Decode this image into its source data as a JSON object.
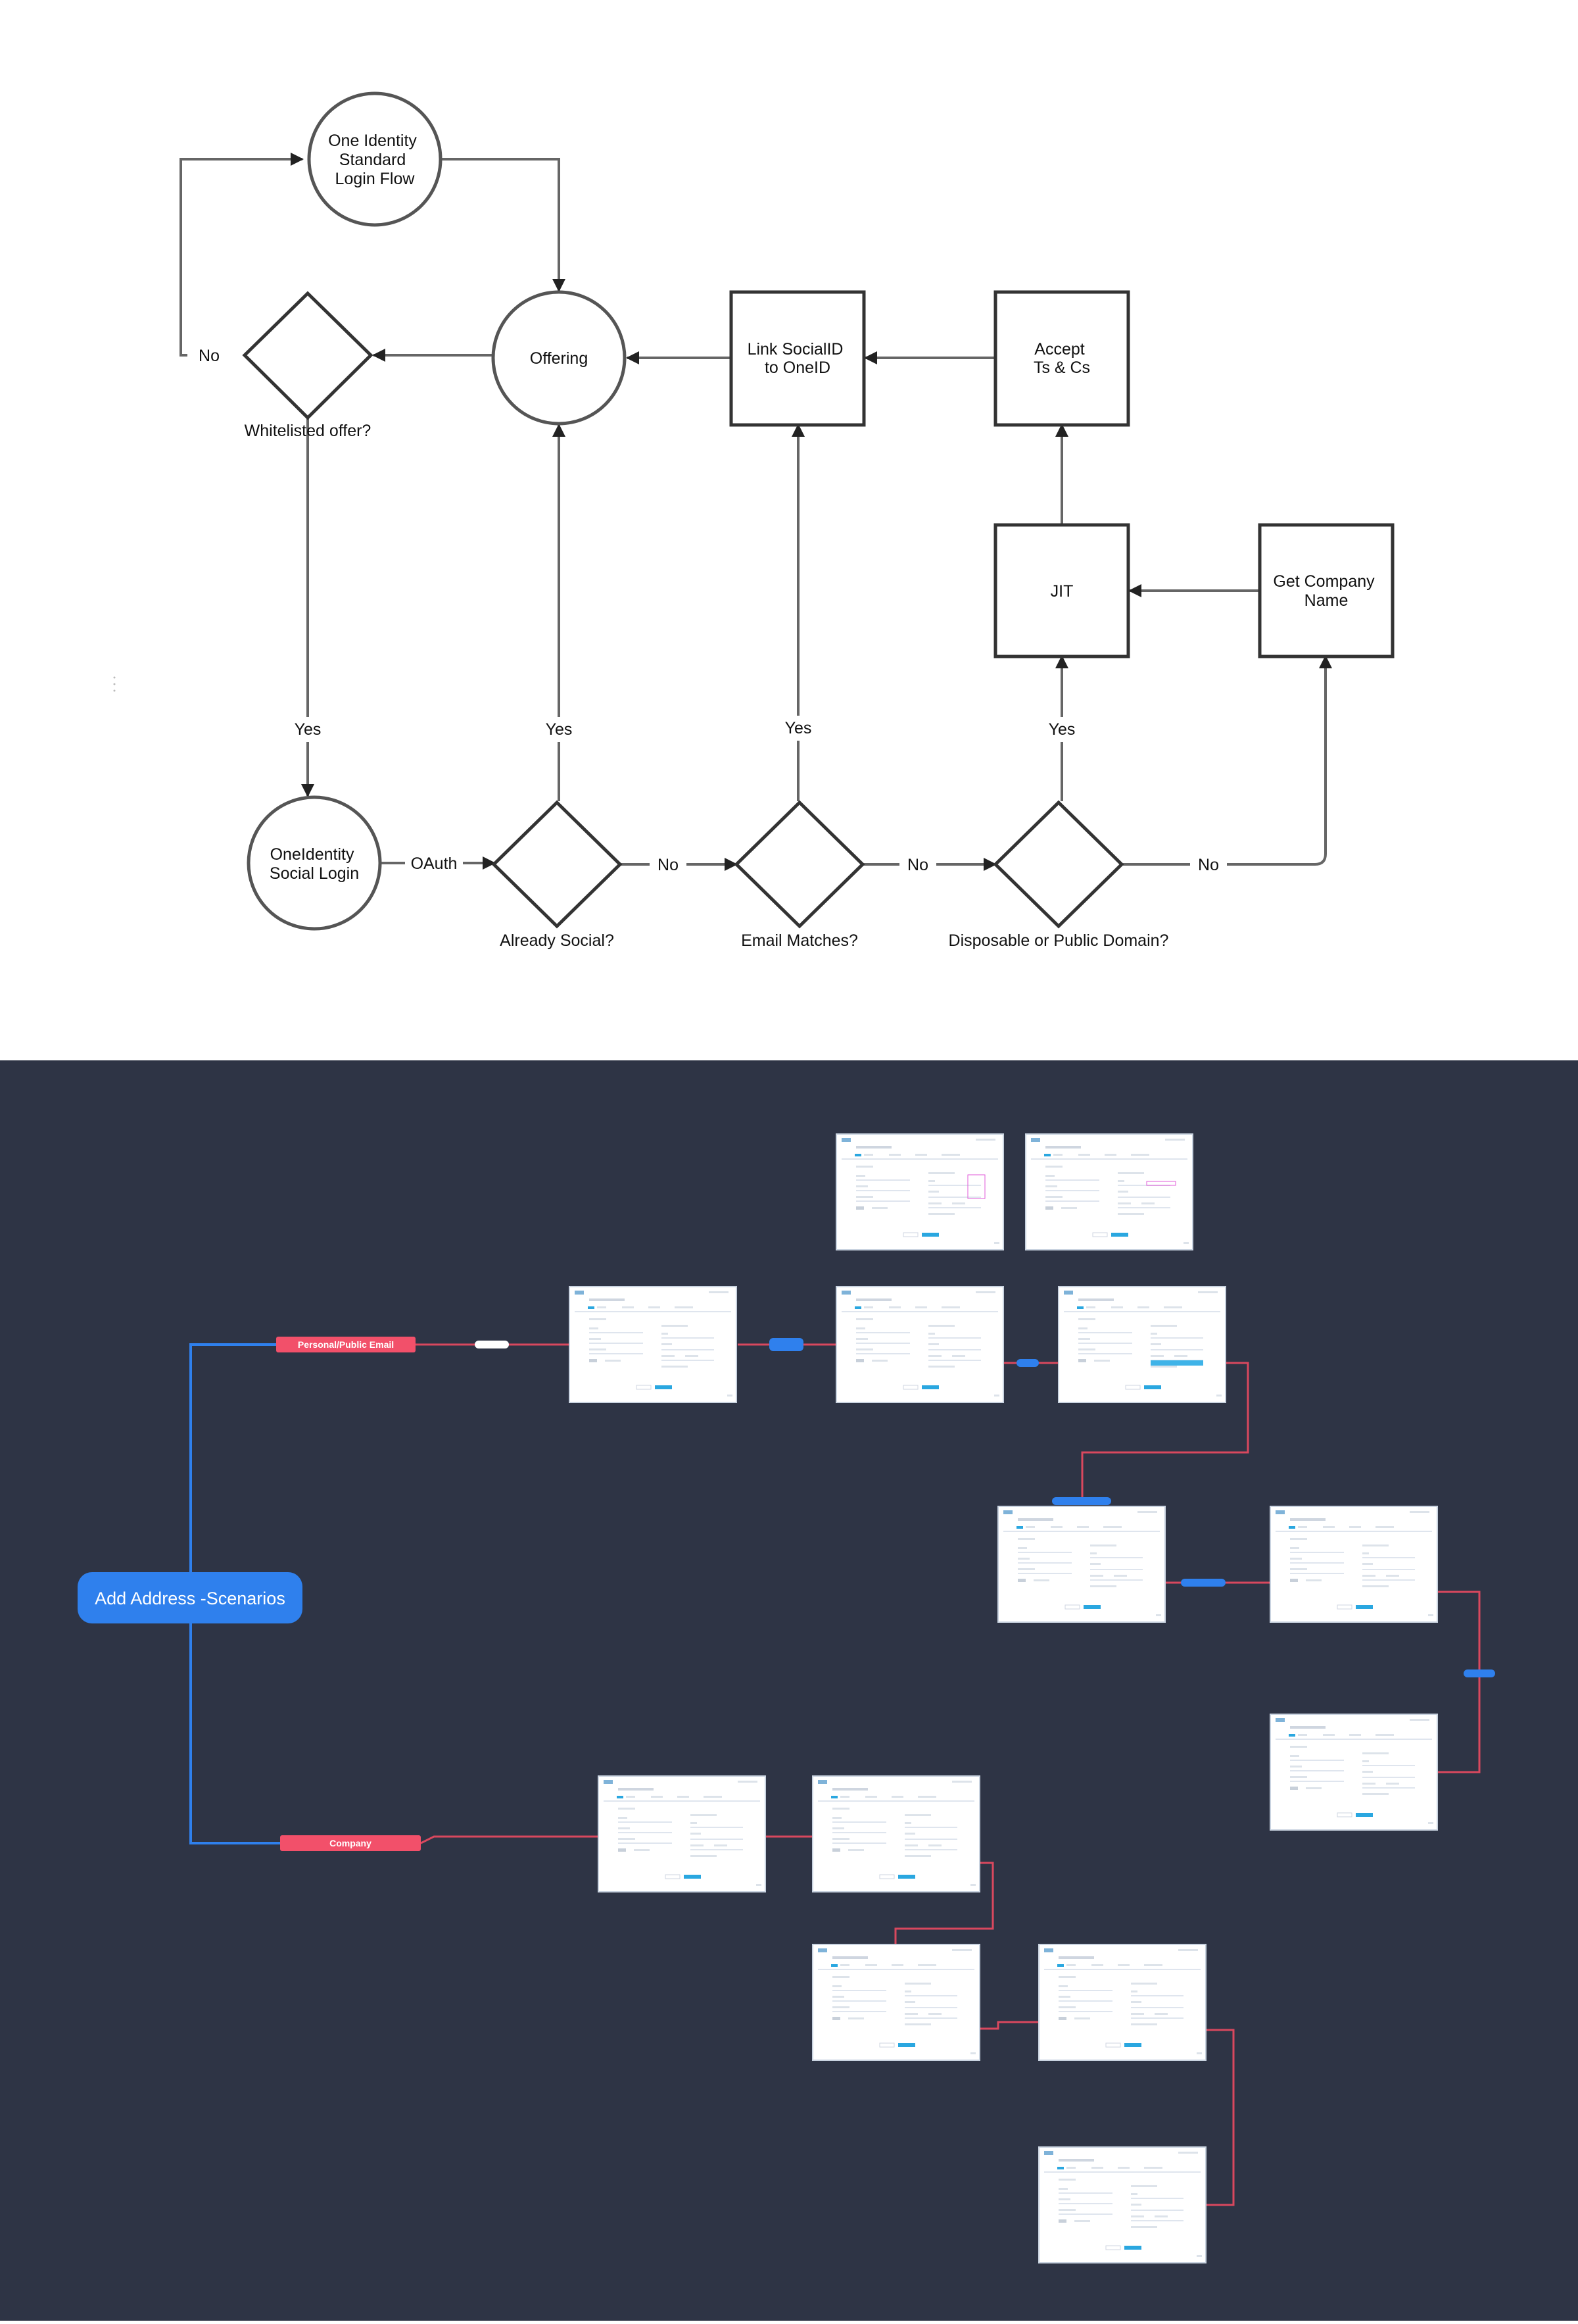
{
  "flowchart": {
    "nodes": {
      "standard_login": [
        "One Identity",
        "Standard",
        "Login Flow"
      ],
      "offering": [
        "Offering"
      ],
      "link_social": [
        "Link SocialID",
        "to OneID"
      ],
      "accept_ts": [
        "Accept",
        "Ts & Cs"
      ],
      "jit": [
        "JIT"
      ],
      "get_company": [
        "Get Company",
        "Name"
      ],
      "social_login": [
        "OneIdentity",
        "Social Login"
      ]
    },
    "decisions": {
      "whitelisted": "Whitelisted offer?",
      "already_social": "Already Social?",
      "email_matches": "Email Matches?",
      "disposable": "Disposable or Public Domain?"
    },
    "edge_labels": {
      "no": "No",
      "yes": "Yes",
      "oauth": "OAuth"
    }
  },
  "scenarios": {
    "root": "Add Address -Scenarios",
    "branches": {
      "personal": "Personal/Public Email",
      "company": "Company"
    }
  },
  "colors": {
    "dark_background": "#2e3445",
    "connector_blue": "#2f80ed",
    "connector_red": "#d9485e",
    "branch_tag": "#f2506a",
    "thumb_button": "#2aa7e0"
  }
}
